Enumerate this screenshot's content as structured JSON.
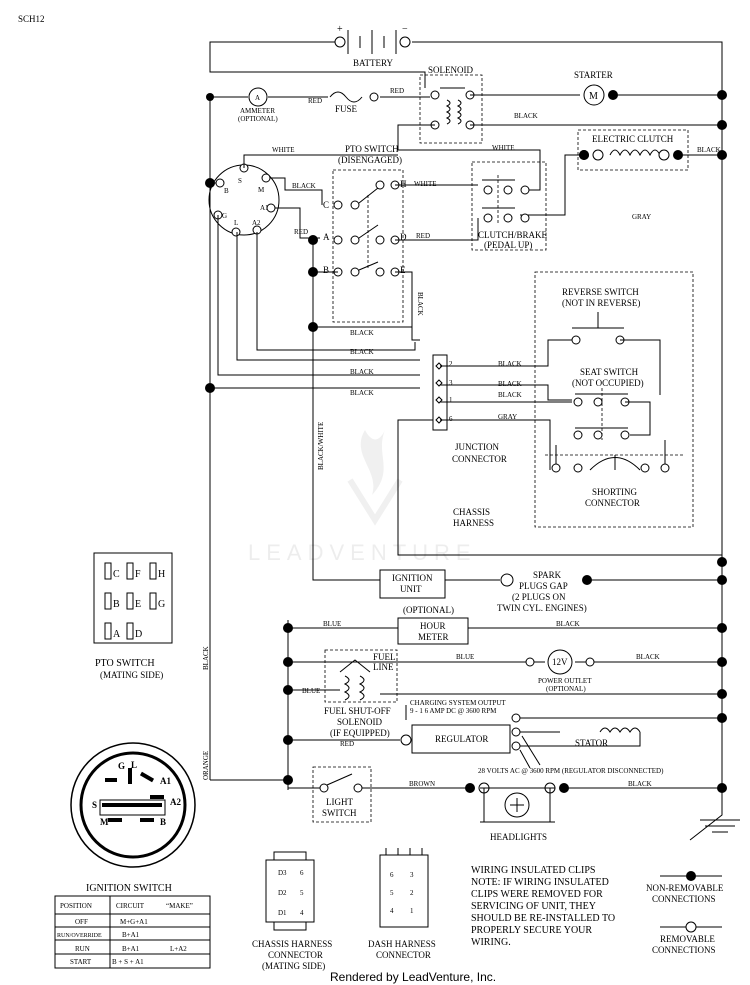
{
  "doc_id": "SCH12",
  "battery": {
    "label": "BATTERY",
    "plus": "+",
    "minus": "−"
  },
  "solenoid": {
    "label": "SOLENOID"
  },
  "starter": {
    "label": "STARTER",
    "symbol": "M"
  },
  "ammeter": {
    "label": "AMMETER",
    "sub": "(OPTIONAL)",
    "symbol": "A"
  },
  "fuse": {
    "label": "FUSE"
  },
  "electric_clutch": {
    "label": "ELECTRIC CLUTCH"
  },
  "pto_switch": {
    "label": "PTO SWITCH",
    "sub": "(DISENGAGED)",
    "terminals": [
      "C",
      "H",
      "A",
      "D",
      "B",
      "E"
    ]
  },
  "clutch_brake": {
    "label": "CLUTCH/BRAKE",
    "sub": "(PEDAL UP)"
  },
  "reverse_switch": {
    "label": "REVERSE SWITCH",
    "sub": "(NOT IN REVERSE)"
  },
  "seat_switch": {
    "label": "SEAT SWITCH",
    "sub": "(NOT OCCUPIED)"
  },
  "junction": {
    "label1": "JUNCTION",
    "label2": "CONNECTOR",
    "pins": [
      "2",
      "3",
      "1",
      "6"
    ]
  },
  "shorting": {
    "label1": "SHORTING",
    "label2": "CONNECTOR"
  },
  "chassis_harness": {
    "label1": "CHASSIS",
    "label2": "HARNESS"
  },
  "ignition_terminals": [
    "S",
    "M",
    "B",
    "A1",
    "G",
    "L",
    "A2"
  ],
  "ignition_unit": {
    "label1": "IGNITION",
    "label2": "UNIT"
  },
  "spark": {
    "line1": "SPARK",
    "line2": "PLUGS GAP",
    "line3": "(2 PLUGS ON",
    "line4": "TWIN CYL. ENGINES)"
  },
  "hour_meter": {
    "optional": "(OPTIONAL)",
    "line1": "HOUR",
    "line2": "METER"
  },
  "power_outlet": {
    "symbol": "12V",
    "line1": "POWER OUTLET",
    "line2": "(OPTIONAL)"
  },
  "fuel_line": {
    "line1": "FUEL",
    "line2": "LINE"
  },
  "fuel_solenoid": {
    "line1": "FUEL SHUT-OFF",
    "line2": "SOLENOID",
    "line3": "(IF EQUIPPED)"
  },
  "charging": {
    "line1": "CHARGING SYSTEM OUTPUT",
    "line2": "9 - 1 6 AMP DC @ 3600 RPM"
  },
  "regulator": {
    "label": "REGULATOR"
  },
  "stator": {
    "label": "STATOR"
  },
  "ac_note": "28 VOLTS AC @ 3600 RPM (REGULATOR DISCONNECTED)",
  "light_switch": {
    "line1": "LIGHT",
    "line2": "SWITCH"
  },
  "headlights": {
    "label": "HEADLIGHTS"
  },
  "wire_colors": {
    "red": "RED",
    "black": "BLACK",
    "white": "WHITE",
    "gray": "GRAY",
    "blue": "BLUE",
    "orange": "ORANGE",
    "brown": "BROWN",
    "black_white": "BLACK/WHITE"
  },
  "pto_mating": {
    "grid": [
      [
        "C",
        "F",
        "H"
      ],
      [
        "B",
        "E",
        "G"
      ],
      [
        "A",
        "D",
        ""
      ]
    ],
    "label1": "PTO SWITCH",
    "label2": "(MATING SIDE)"
  },
  "ignition_switch": {
    "label": "IGNITION SWITCH",
    "face_labels": [
      "G",
      "L",
      "A1",
      "A2",
      "S",
      "M",
      "B"
    ],
    "table": {
      "headers": [
        "POSITION",
        "CIRCUIT",
        "“MAKE”"
      ],
      "rows": [
        [
          "OFF",
          "M+G+A1",
          ""
        ],
        [
          "RUN/OVERRIDE",
          "B+A1",
          ""
        ],
        [
          "RUN",
          "B+A1",
          "L+A2"
        ],
        [
          "START",
          "B + S + A1",
          ""
        ]
      ]
    }
  },
  "chassis_connector": {
    "line1": "CHASSIS HARNESS",
    "line2": "CONNECTOR",
    "line3": "(MATING SIDE)",
    "pins": [
      "D3",
      "6",
      "D2",
      "5",
      "D1",
      "4"
    ]
  },
  "dash_connector": {
    "line1": "DASH HARNESS",
    "line2": "CONNECTOR",
    "pins": [
      "6",
      "3",
      "5",
      "2",
      "4",
      "1"
    ]
  },
  "clips_note": {
    "l1": "WIRING INSULATED CLIPS",
    "l2": "NOTE: IF WIRING INSULATED",
    "l3": "CLIPS WERE REMOVED FOR",
    "l4": "SERVICING OF UNIT, THEY",
    "l5": "SHOULD BE RE-INSTALLED TO",
    "l6": "PROPERLY SECURE YOUR",
    "l7": "WIRING."
  },
  "legend": {
    "non_removable1": "NON-REMOVABLE",
    "non_removable2": "CONNECTIONS",
    "removable1": "REMOVABLE",
    "removable2": "CONNECTIONS"
  },
  "watermark": "LEADVENTURE",
  "footer": "Rendered by LeadVenture, Inc."
}
